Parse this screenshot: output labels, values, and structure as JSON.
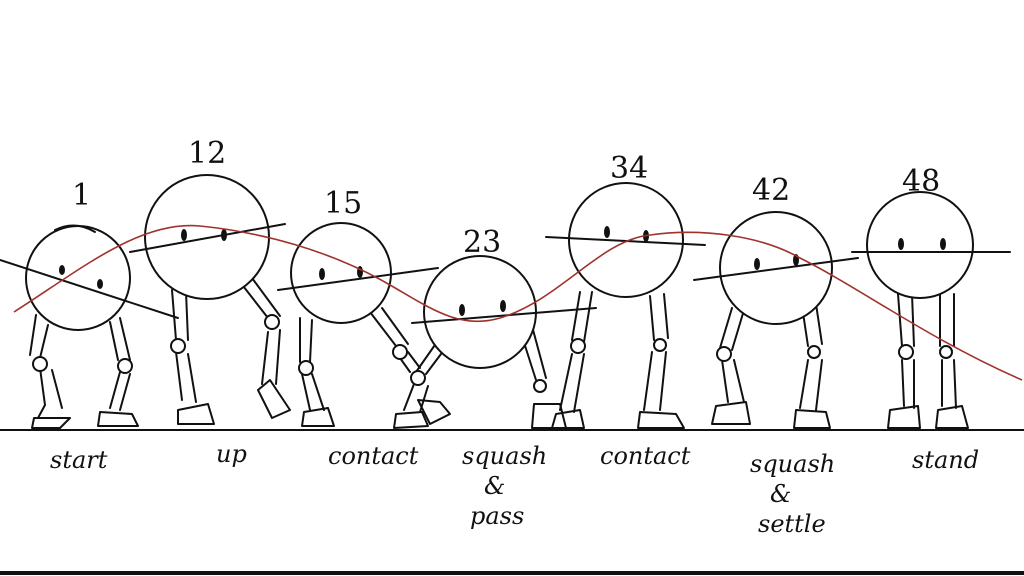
{
  "frames": [
    {
      "number": "1",
      "label": [
        "start"
      ]
    },
    {
      "number": "12",
      "label": [
        "up"
      ]
    },
    {
      "number": "15",
      "label": [
        "contact"
      ]
    },
    {
      "number": "23",
      "label": [
        "squash",
        "&",
        "pass"
      ]
    },
    {
      "number": "34",
      "label": [
        "contact"
      ]
    },
    {
      "number": "42",
      "label": [
        "squash",
        "&",
        "settle"
      ]
    },
    {
      "number": "48",
      "label": [
        "stand"
      ]
    }
  ],
  "colors": {
    "ink": "#111111",
    "arc_line": "#a0322d",
    "background": "#ffffff"
  }
}
